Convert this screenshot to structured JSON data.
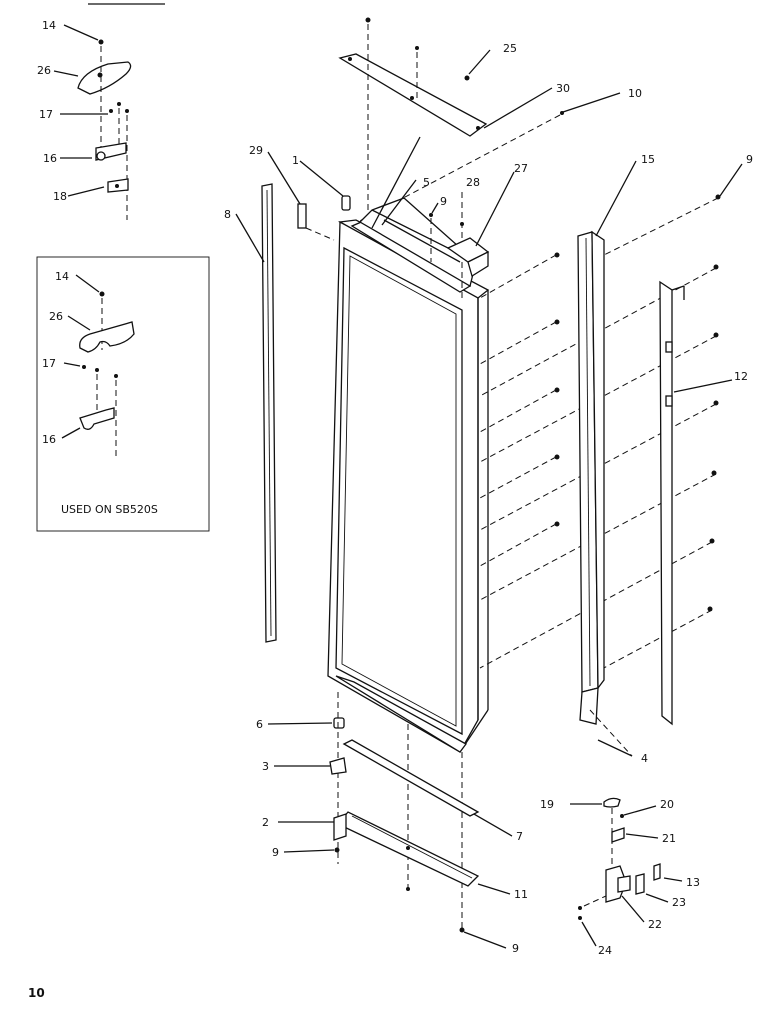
{
  "page_number": "10",
  "inset": {
    "caption": "USED ON SB520S",
    "labels": [
      "14",
      "26",
      "17",
      "16"
    ]
  },
  "top_left_labels": [
    "14",
    "26",
    "17",
    "16",
    "18"
  ],
  "main_labels": [
    "25",
    "30",
    "10",
    "15",
    "9",
    "29",
    "1",
    "5",
    "28",
    "27",
    "9",
    "8",
    "12",
    "6",
    "3",
    "4",
    "2",
    "9",
    "7",
    "11",
    "9"
  ],
  "bottom_right_labels": [
    "19",
    "20",
    "21",
    "13",
    "23",
    "22",
    "24"
  ]
}
